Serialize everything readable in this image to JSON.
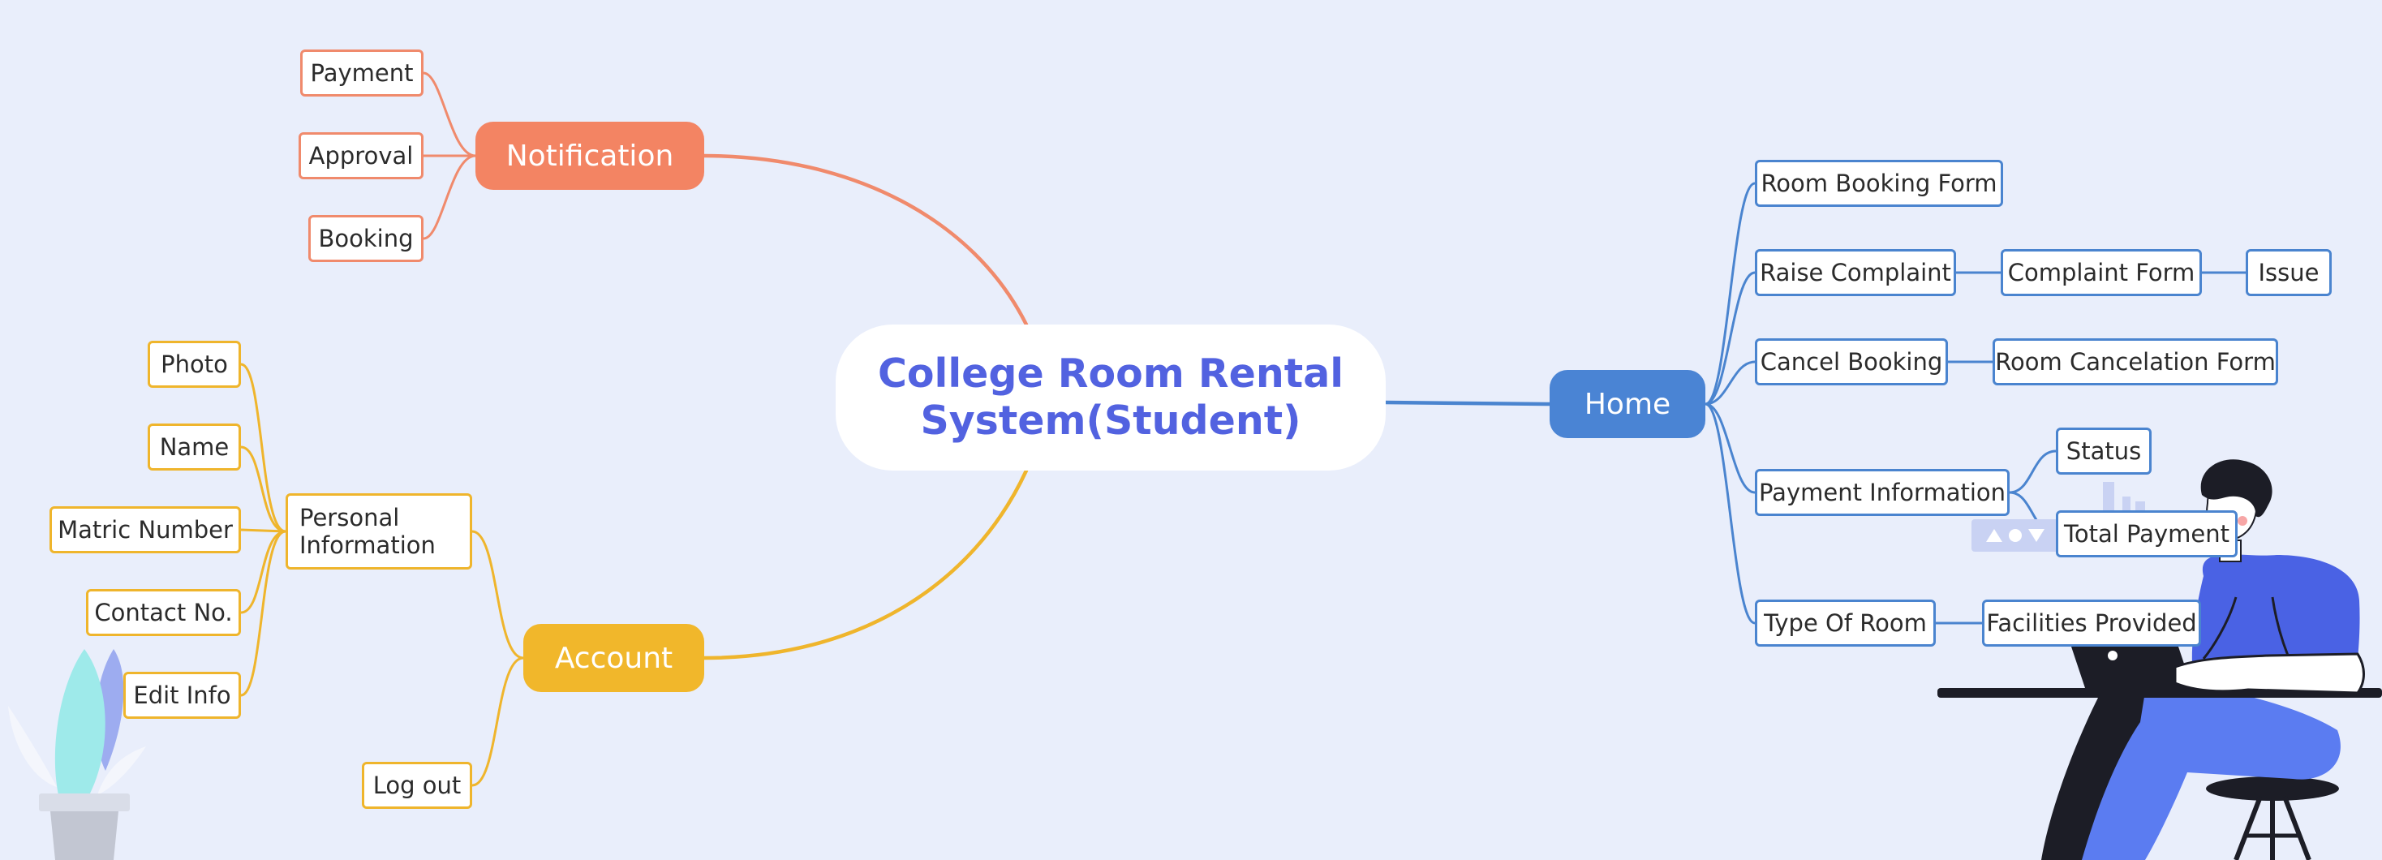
{
  "colors": {
    "background": "#e9eefb",
    "notification": "#f38463",
    "account": "#f1b72b",
    "home": "#4a84d4",
    "title_text": "#5262e0"
  },
  "title": "College Room Rental\nSystem(Student)",
  "notification": {
    "label": "Notification",
    "items": [
      "Payment",
      "Approval",
      "Booking"
    ]
  },
  "account": {
    "label": "Account",
    "personal_information": {
      "label": "Personal\nInformation",
      "items": [
        "Photo",
        "Name",
        "Matric Number",
        "Contact No.",
        "Edit Info"
      ]
    },
    "log_out": "Log out"
  },
  "home": {
    "label": "Home",
    "room_booking_form": "Room Booking Form",
    "raise_complaint": {
      "label": "Raise Complaint",
      "child": "Complaint Form",
      "grandchild": "Issue"
    },
    "cancel_booking": {
      "label": "Cancel Booking",
      "child": "Room Cancelation Form"
    },
    "payment_information": {
      "label": "Payment Information",
      "children": [
        "Status",
        "Total Payment"
      ]
    },
    "type_of_room": {
      "label": "Type Of Room",
      "child": "Facilities Provided"
    }
  },
  "illustrations": [
    "plant-illustration",
    "person-at-desk-illustration"
  ]
}
